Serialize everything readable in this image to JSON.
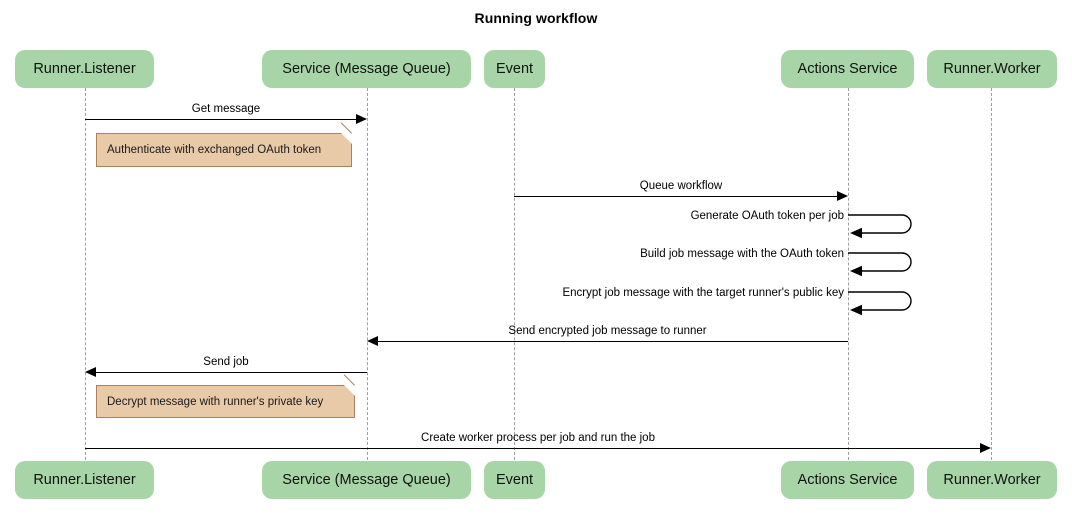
{
  "title": "Running workflow",
  "colors": {
    "actor_fill": "#a8d5a8",
    "note_fill": "#e8c9a8",
    "note_border": "#a8825a",
    "lifeline": "#9e9e9e",
    "arrow": "#000000",
    "background": "#ffffff"
  },
  "actors": [
    {
      "id": "runner-listener",
      "label": "Runner.Listener"
    },
    {
      "id": "service-queue",
      "label": "Service (Message Queue)"
    },
    {
      "id": "event",
      "label": "Event"
    },
    {
      "id": "actions-service",
      "label": "Actions Service"
    },
    {
      "id": "runner-worker",
      "label": "Runner.Worker"
    }
  ],
  "messages": [
    {
      "id": "get-message",
      "label": "Get message",
      "from": "runner-listener",
      "to": "service-queue",
      "kind": "arrow"
    },
    {
      "id": "queue-workflow",
      "label": "Queue workflow",
      "from": "event",
      "to": "actions-service",
      "kind": "arrow"
    },
    {
      "id": "generate-oauth",
      "label": "Generate OAuth token per job",
      "from": "actions-service",
      "to": "actions-service",
      "kind": "self"
    },
    {
      "id": "build-job-message",
      "label": "Build job message with the OAuth token",
      "from": "actions-service",
      "to": "actions-service",
      "kind": "self"
    },
    {
      "id": "encrypt-job-message",
      "label": "Encrypt job message with the target runner's public key",
      "from": "actions-service",
      "to": "actions-service",
      "kind": "self"
    },
    {
      "id": "send-encrypted",
      "label": "Send encrypted job message to runner",
      "from": "actions-service",
      "to": "service-queue",
      "kind": "arrow"
    },
    {
      "id": "send-job",
      "label": "Send job",
      "from": "service-queue",
      "to": "runner-listener",
      "kind": "arrow"
    },
    {
      "id": "create-worker",
      "label": "Create worker process per job and run the job",
      "from": "runner-listener",
      "to": "runner-worker",
      "kind": "arrow"
    }
  ],
  "notes": [
    {
      "id": "note-authenticate",
      "label": "Authenticate with exchanged OAuth token"
    },
    {
      "id": "note-decrypt",
      "label": "Decrypt message with runner's private key"
    }
  ]
}
